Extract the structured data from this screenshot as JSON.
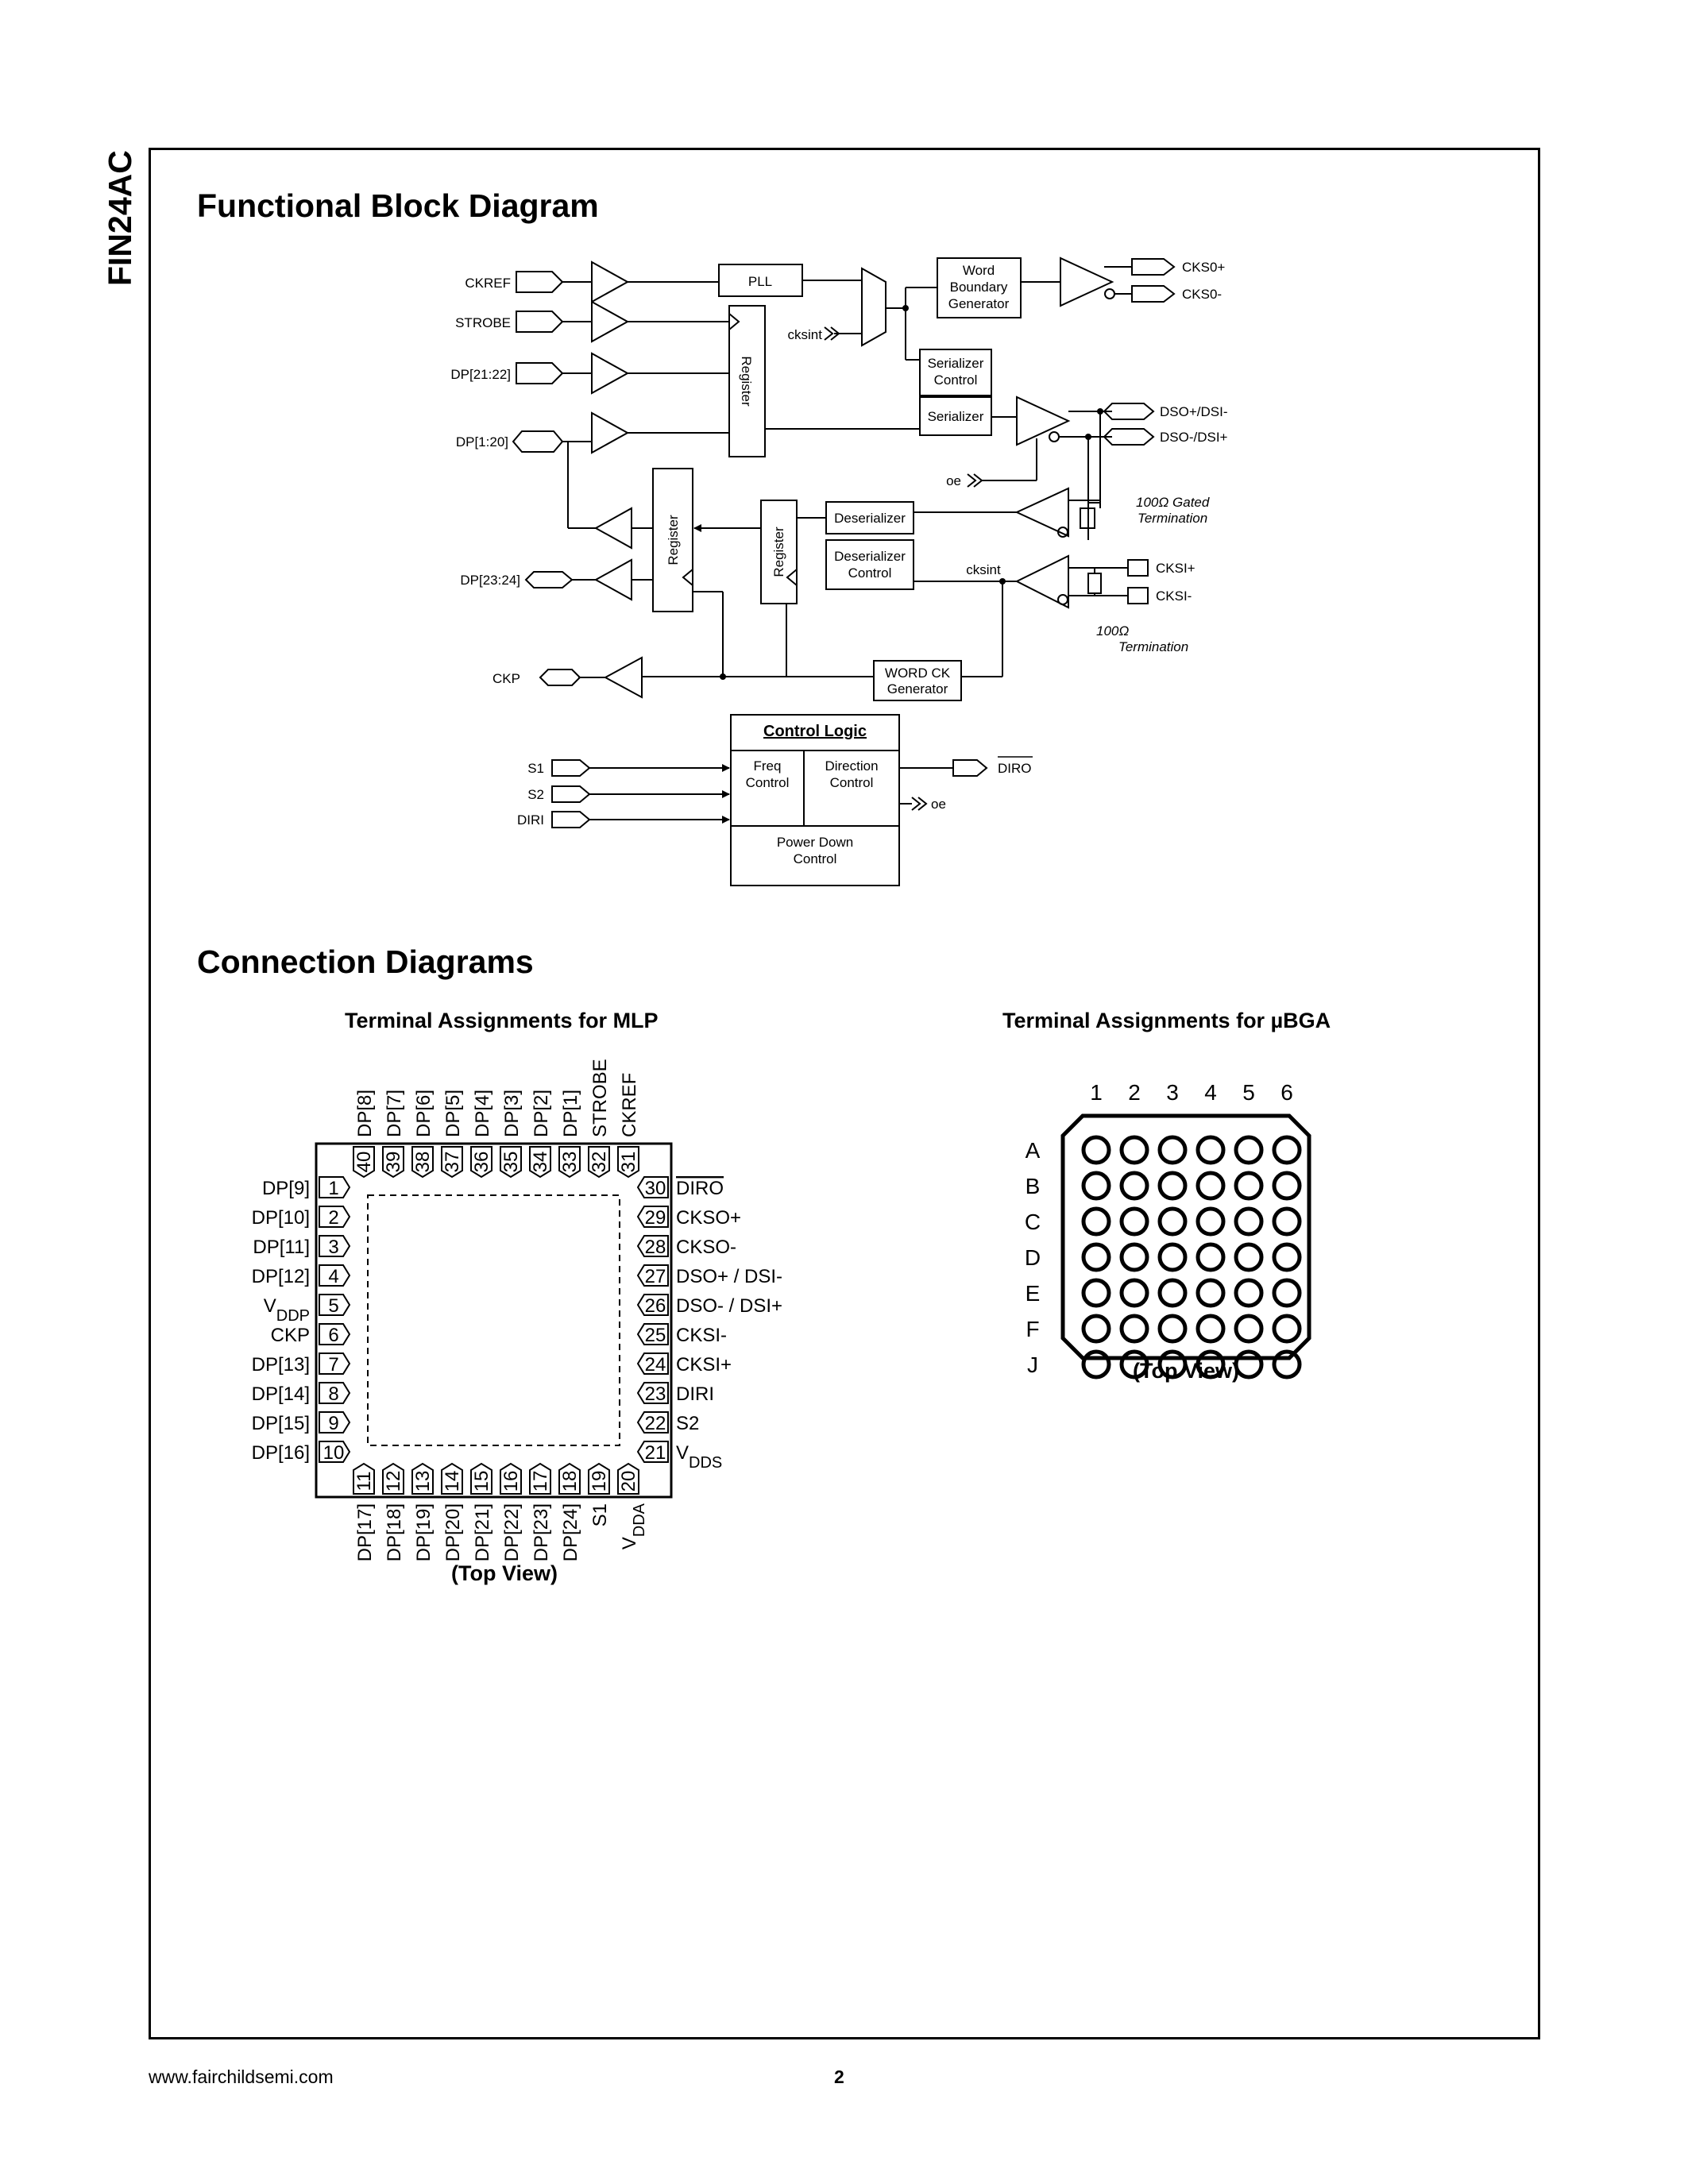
{
  "part_number": "FIN24AC",
  "sections": {
    "block_title": "Functional Block Diagram",
    "connection_title": "Connection Diagrams"
  },
  "block": {
    "inputs": [
      "CKREF",
      "STROBE",
      "DP[21:22]",
      "DP[1:20]"
    ],
    "outputs_left": [
      "DP[23:24]",
      "CKP"
    ],
    "pll": "PLL",
    "cksint": "cksint",
    "word_boundary": [
      "Word",
      "Boundary",
      "Generator"
    ],
    "register": "Register",
    "serializer_control": [
      "Serializer",
      "Control"
    ],
    "serializer": "Serializer",
    "deserializer": "Deserializer",
    "deserializer_control": [
      "Deserializer",
      "Control"
    ],
    "word_ck": [
      "WORD CK",
      "Generator"
    ],
    "oe": "oe",
    "cks0_plus": "CKS0+",
    "cks0_minus": "CKS0-",
    "dso_plus": "DSO+/DSI-",
    "dso_minus": "DSO-/DSI+",
    "cksi_plus": "CKSI+",
    "cksi_minus": "CKSI-",
    "gated_term": [
      "100Ω Gated",
      "Termination"
    ],
    "term": [
      "100Ω",
      "Termination"
    ],
    "control_logic": "Control Logic",
    "freq_control": [
      "Freq",
      "Control"
    ],
    "direction_control": [
      "Direction",
      "Control"
    ],
    "power_down": [
      "Power Down",
      "Control"
    ],
    "ctrl_inputs": [
      "S1",
      "S2",
      "DIRI"
    ],
    "diro": "DIRO"
  },
  "mlp": {
    "title": "Terminal Assignments for MLP",
    "top_view": "(Top View)",
    "left_pins": [
      {
        "num": "1",
        "name": "DP[9]"
      },
      {
        "num": "2",
        "name": "DP[10]"
      },
      {
        "num": "3",
        "name": "DP[11]"
      },
      {
        "num": "4",
        "name": "DP[12]"
      },
      {
        "num": "5",
        "name": "V",
        "sub": "DDP"
      },
      {
        "num": "6",
        "name": "CKP"
      },
      {
        "num": "7",
        "name": "DP[13]"
      },
      {
        "num": "8",
        "name": "DP[14]"
      },
      {
        "num": "9",
        "name": "DP[15]"
      },
      {
        "num": "10",
        "name": "DP[16]"
      }
    ],
    "right_pins": [
      {
        "num": "30",
        "name": "DIRO"
      },
      {
        "num": "29",
        "name": "CKSO+"
      },
      {
        "num": "28",
        "name": "CKSO-"
      },
      {
        "num": "27",
        "name": "DSO+ / DSI-"
      },
      {
        "num": "26",
        "name": "DSO- / DSI+"
      },
      {
        "num": "25",
        "name": "CKSI-"
      },
      {
        "num": "24",
        "name": "CKSI+"
      },
      {
        "num": "23",
        "name": "DIRI"
      },
      {
        "num": "22",
        "name": "S2"
      },
      {
        "num": "21",
        "name": "V",
        "sub": "DDS"
      }
    ],
    "top_pins": [
      {
        "num": "40",
        "name": "DP[8]"
      },
      {
        "num": "39",
        "name": "DP[7]"
      },
      {
        "num": "38",
        "name": "DP[6]"
      },
      {
        "num": "37",
        "name": "DP[5]"
      },
      {
        "num": "36",
        "name": "DP[4]"
      },
      {
        "num": "35",
        "name": "DP[3]"
      },
      {
        "num": "34",
        "name": "DP[2]"
      },
      {
        "num": "33",
        "name": "DP[1]"
      },
      {
        "num": "32",
        "name": "STROBE"
      },
      {
        "num": "31",
        "name": "CKREF"
      }
    ],
    "bottom_pins": [
      {
        "num": "11",
        "name": "DP[17]"
      },
      {
        "num": "12",
        "name": "DP[18]"
      },
      {
        "num": "13",
        "name": "DP[19]"
      },
      {
        "num": "14",
        "name": "DP[20]"
      },
      {
        "num": "15",
        "name": "DP[21]"
      },
      {
        "num": "16",
        "name": "DP[22]"
      },
      {
        "num": "17",
        "name": "DP[23]"
      },
      {
        "num": "18",
        "name": "DP[24]"
      },
      {
        "num": "19",
        "name": "S1"
      },
      {
        "num": "20",
        "name": "V",
        "sub": "DDA"
      }
    ]
  },
  "bga": {
    "title": "Terminal Assignments for µBGA",
    "top_view": "(Top View)",
    "columns": [
      "1",
      "2",
      "3",
      "4",
      "5",
      "6"
    ],
    "rows": [
      "A",
      "B",
      "C",
      "D",
      "E",
      "F",
      "J"
    ]
  },
  "footer": {
    "url": "www.fairchildsemi.com",
    "page": "2"
  }
}
